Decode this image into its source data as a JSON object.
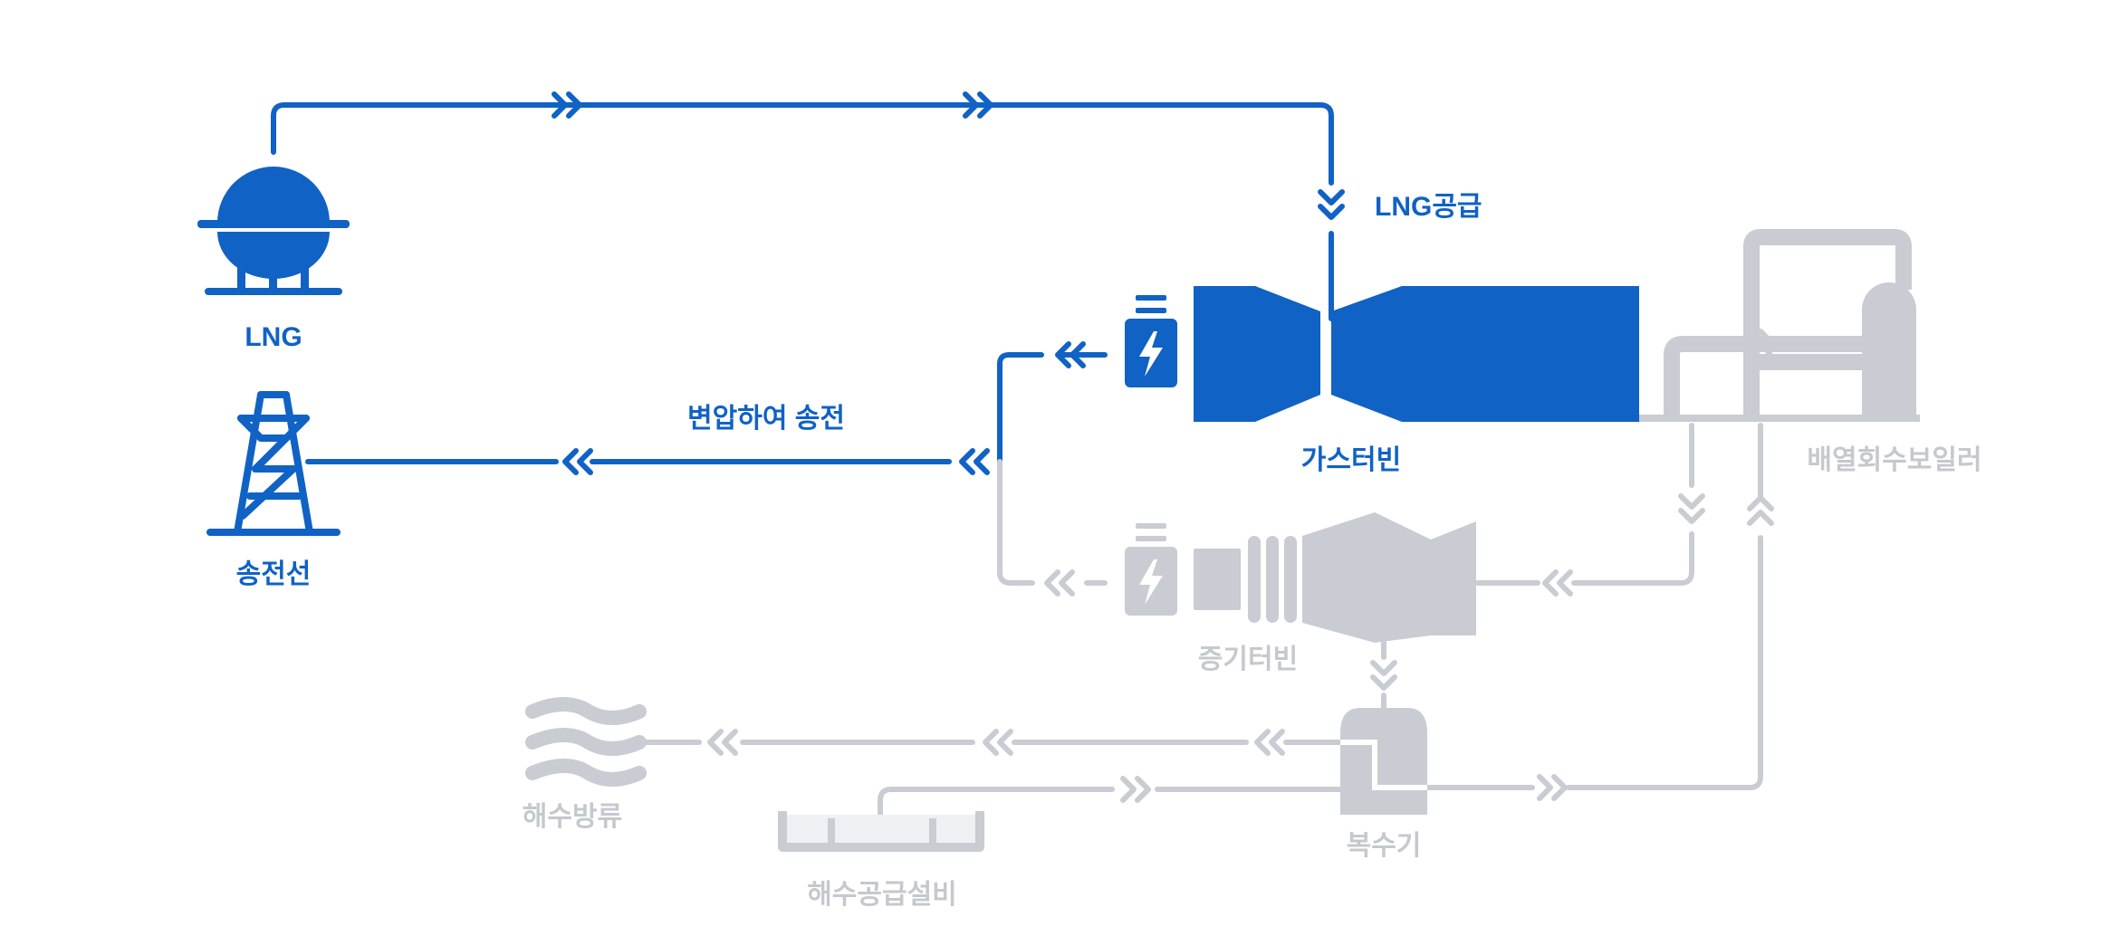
{
  "labels": {
    "lng": "LNG",
    "transmission_line": "송전선",
    "lng_supply": "LNG공급",
    "step_up_transmission": "변압하여 송전",
    "gas_turbine": "가스터빈",
    "hrsg": "배열회수보일러",
    "steam_turbine": "증기터빈",
    "condenser": "복수기",
    "seawater_discharge": "해수방류",
    "seawater_supply": "해수공급설비"
  },
  "colors": {
    "active": "#1062c4",
    "inactive": "#c9ccd2"
  }
}
